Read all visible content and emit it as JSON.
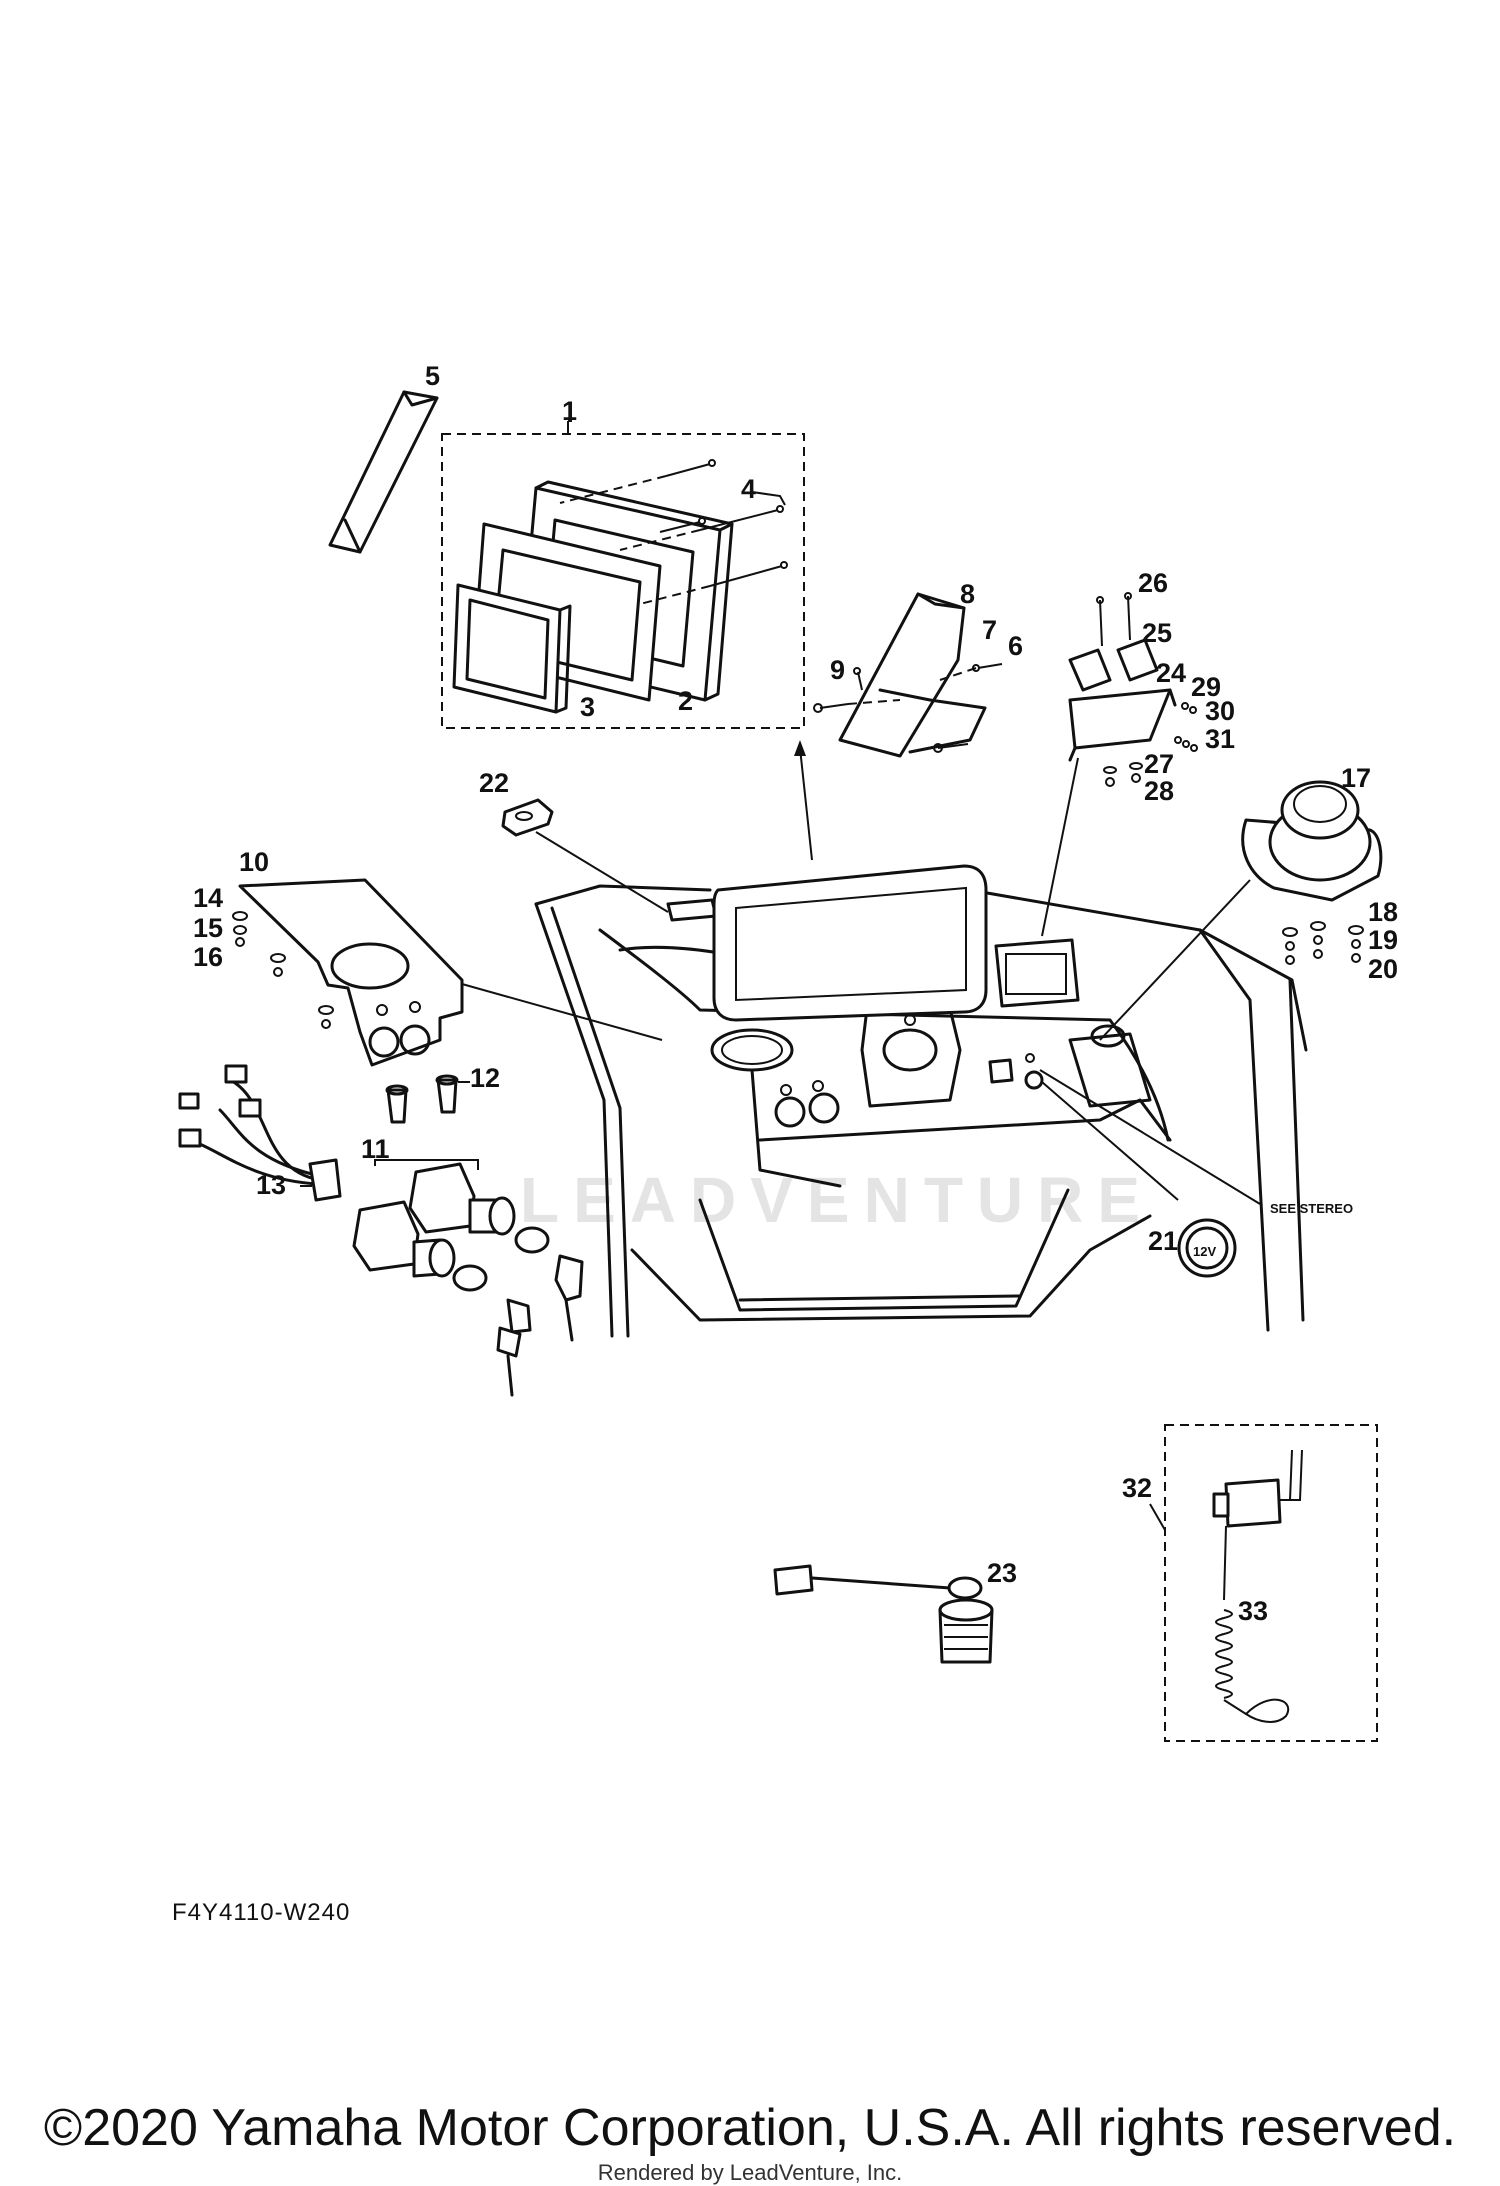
{
  "diagram": {
    "part_labels": [
      "1",
      "2",
      "3",
      "4",
      "5",
      "6",
      "7",
      "8",
      "9",
      "10",
      "11",
      "12",
      "13",
      "14",
      "15",
      "16",
      "17",
      "18",
      "19",
      "20",
      "21",
      "22",
      "23",
      "24",
      "25",
      "26",
      "27",
      "28",
      "29",
      "30",
      "31",
      "32",
      "33"
    ],
    "see_stereo": "SEE STEREO",
    "socket_text": "12V",
    "watermark": "LEADVENTURE",
    "drawing_code": "F4Y4110-W240"
  },
  "footer": {
    "copyright": "©2020 Yamaha Motor Corporation, U.S.A. All rights reserved.",
    "rendered_by": "Rendered by LeadVenture, Inc."
  }
}
